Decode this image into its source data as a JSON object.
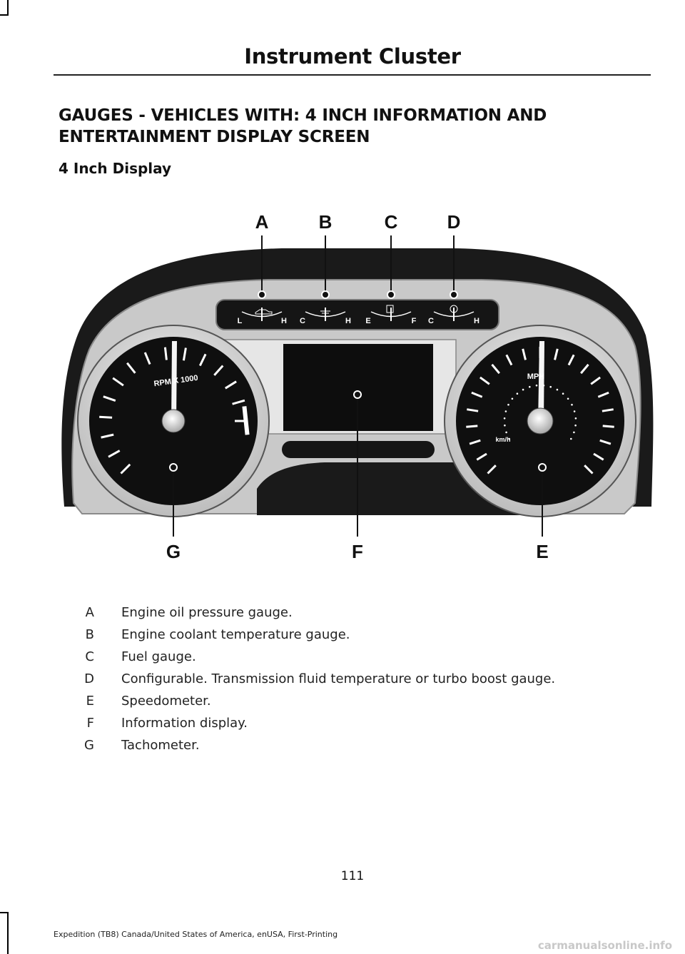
{
  "header": {
    "title": "Instrument Cluster"
  },
  "section": {
    "title": "GAUGES - VEHICLES WITH: 4 INCH INFORMATION AND ENTERTAINMENT DISPLAY SCREEN",
    "subtitle": "4 Inch Display"
  },
  "figure": {
    "callouts": [
      "A",
      "B",
      "C",
      "D",
      "E",
      "F",
      "G"
    ],
    "gauge_labels": {
      "oil_low": "L",
      "oil_high": "H",
      "coolant_cold": "C",
      "coolant_hot": "H",
      "fuel_empty": "E",
      "fuel_full": "F",
      "trans_cold": "C",
      "trans_hot": "H",
      "tach_unit": "RPM X 1000",
      "speed_unit": "MPH",
      "speed_unit_metric": "km/h"
    },
    "icons": [
      "oil-can-icon",
      "thermometer-icon",
      "fuel-pump-icon",
      "transmission-temp-icon"
    ]
  },
  "legend": [
    {
      "letter": "A",
      "text": "Engine oil pressure gauge."
    },
    {
      "letter": "B",
      "text": "Engine coolant temperature gauge."
    },
    {
      "letter": "C",
      "text": "Fuel gauge."
    },
    {
      "letter": "D",
      "text": "Configurable. Transmission fluid temperature or turbo boost gauge."
    },
    {
      "letter": "E",
      "text": "Speedometer."
    },
    {
      "letter": "F",
      "text": "Information display."
    },
    {
      "letter": "G",
      "text": "Tachometer."
    }
  ],
  "page_number": "111",
  "footer": "Expedition (TB8) Canada/United States of America, enUSA, First-Printing",
  "watermark": "carmanualsonline.info"
}
